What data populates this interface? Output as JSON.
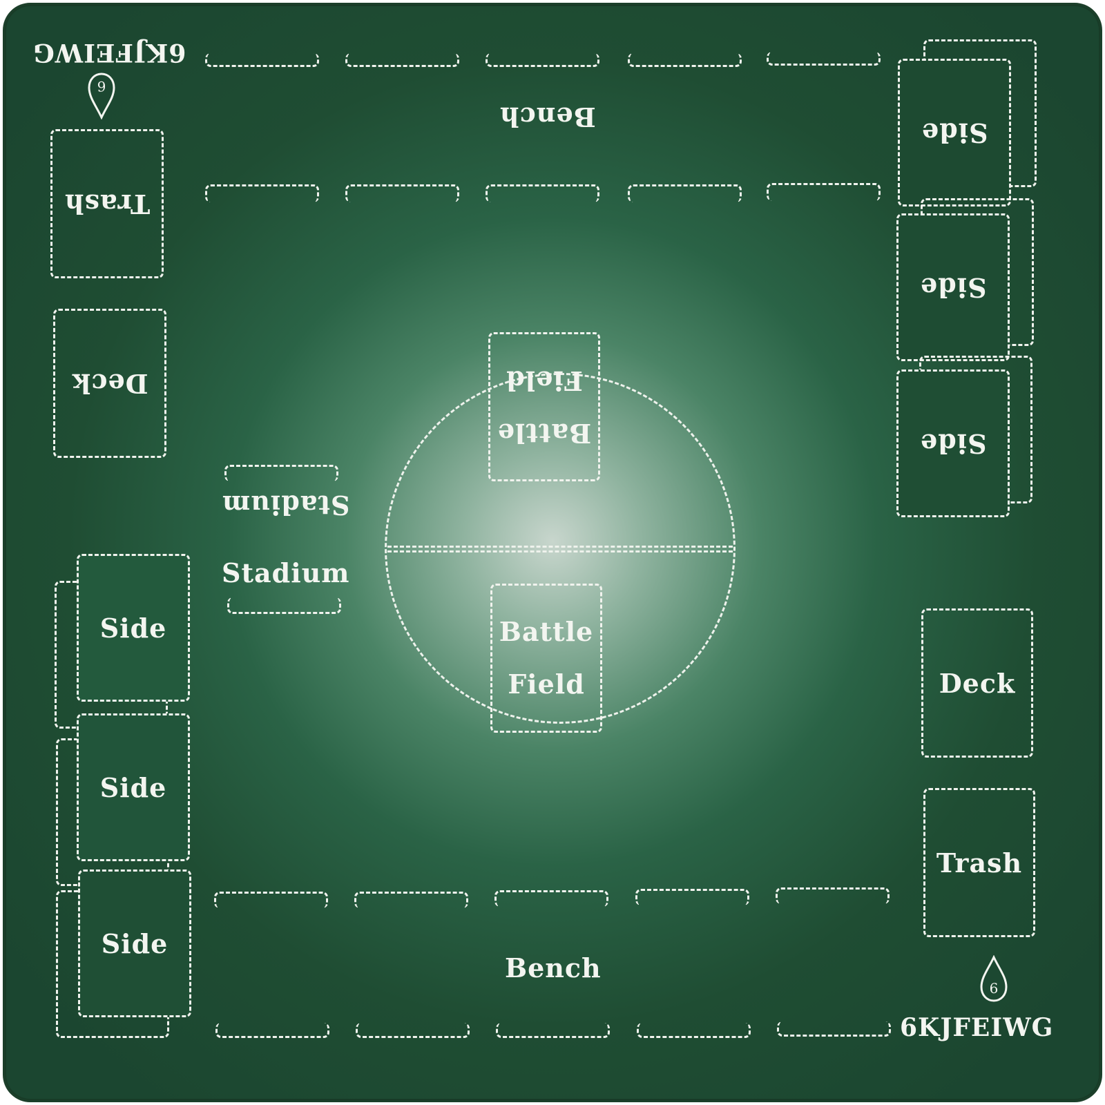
{
  "brand": "6KJFEIWG",
  "icons": {
    "logo": "water-drop-6-icon"
  },
  "colors": {
    "mat_green": "#1f4d33",
    "center_glow": "#c8d6cd",
    "line": "#f1f3ee"
  },
  "labels": {
    "bench": "Bench",
    "side": "Side",
    "deck": "Deck",
    "trash": "Trash",
    "stadium": "Stadium",
    "battle": "Battle",
    "field": "Field"
  }
}
